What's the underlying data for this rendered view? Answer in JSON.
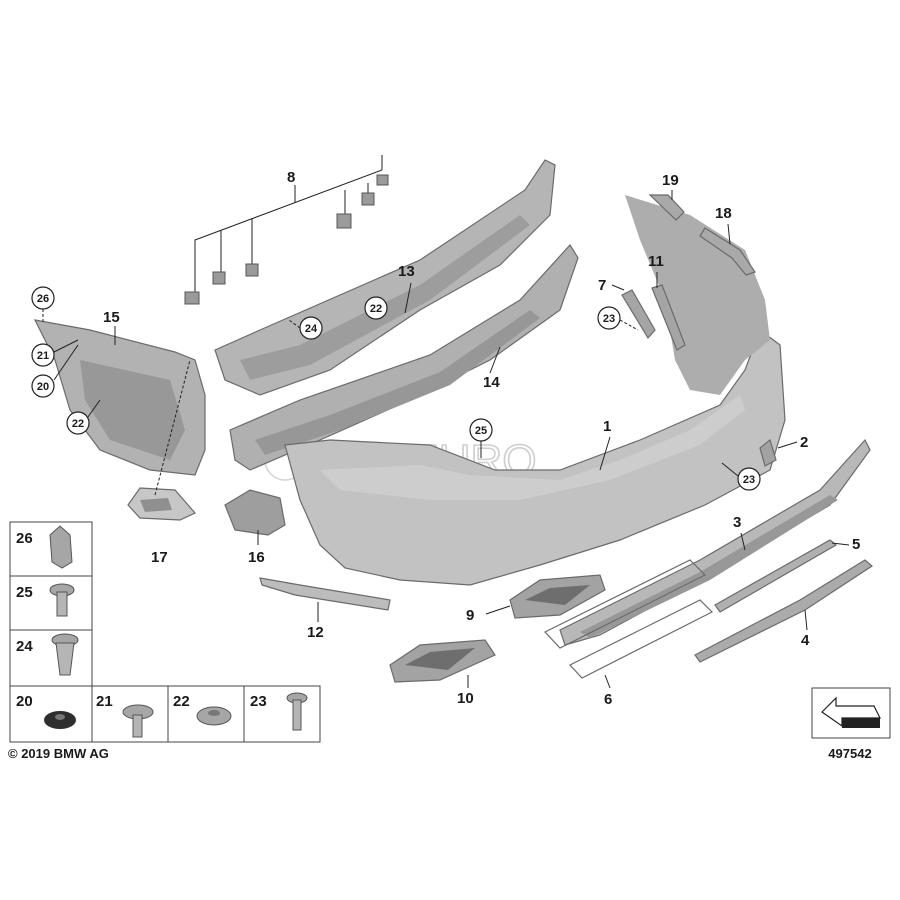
{
  "diagram": {
    "copyright": "© 2019 BMW AG",
    "diagram_number": "497542",
    "watermark": "FCP EURO",
    "part_labels": {
      "p1": "1",
      "p2": "2",
      "p3": "3",
      "p4": "4",
      "p5": "5",
      "p6": "6",
      "p7": "7",
      "p8": "8",
      "p9": "9",
      "p10": "10",
      "p11": "11",
      "p12": "12",
      "p13": "13",
      "p14": "14",
      "p15": "15",
      "p16": "16",
      "p17": "17",
      "p18": "18",
      "p19": "19"
    },
    "circled_labels": {
      "c26": "26",
      "c21": "21",
      "c20": "20",
      "c22a": "22",
      "c22b": "22",
      "c24": "24",
      "c23a": "23",
      "c23b": "23",
      "c25": "25"
    },
    "fastener_legend": {
      "f26": "26",
      "f25": "25",
      "f24": "24",
      "f20": "20",
      "f21": "21",
      "f22": "22",
      "f23": "23"
    },
    "colors": {
      "part_fill": "#b9b9b9",
      "part_dark": "#8f8f8f",
      "line": "#222222"
    }
  }
}
